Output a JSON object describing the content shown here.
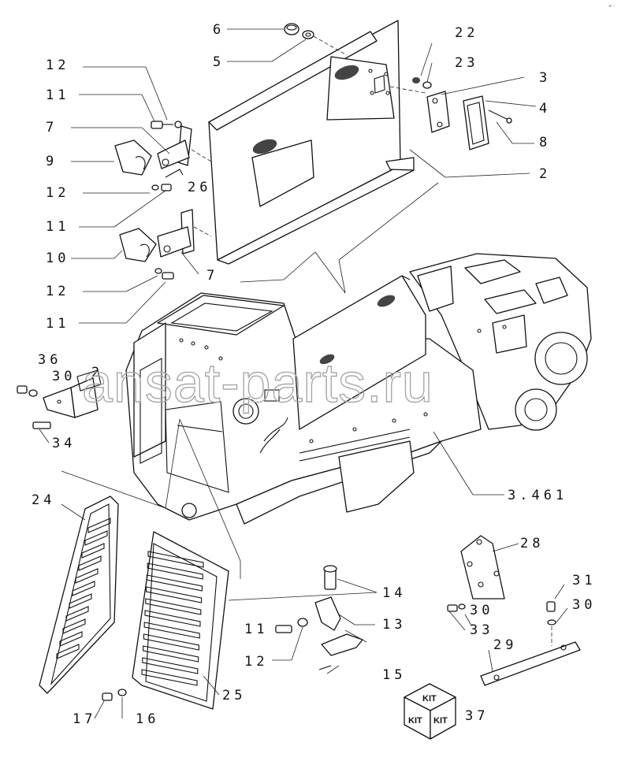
{
  "watermark": "ansat-parts.ru",
  "corner_mark": "◂─",
  "kit": {
    "top": "KIT",
    "left": "KIT",
    "right": "KIT"
  },
  "labels": [
    {
      "id": "l6",
      "text": "6"
    },
    {
      "id": "l5",
      "text": "5"
    },
    {
      "id": "l22",
      "text": "22"
    },
    {
      "id": "l23",
      "text": "23"
    },
    {
      "id": "l3",
      "text": "3"
    },
    {
      "id": "l4",
      "text": "4"
    },
    {
      "id": "l8",
      "text": "8"
    },
    {
      "id": "l2a",
      "text": "2"
    },
    {
      "id": "l12a",
      "text": "12"
    },
    {
      "id": "l11a",
      "text": "11"
    },
    {
      "id": "l7a",
      "text": "7"
    },
    {
      "id": "l9",
      "text": "9"
    },
    {
      "id": "l12b",
      "text": "12"
    },
    {
      "id": "l26",
      "text": "26"
    },
    {
      "id": "l11b",
      "text": "11"
    },
    {
      "id": "l10",
      "text": "10"
    },
    {
      "id": "l7b",
      "text": "7"
    },
    {
      "id": "l12c",
      "text": "12"
    },
    {
      "id": "l11c",
      "text": "11"
    },
    {
      "id": "l36",
      "text": "36"
    },
    {
      "id": "l30a",
      "text": "30"
    },
    {
      "id": "l2b",
      "text": "2"
    },
    {
      "id": "l34",
      "text": "34"
    },
    {
      "id": "l3461",
      "text": "3.461"
    },
    {
      "id": "l24",
      "text": "24"
    },
    {
      "id": "l28",
      "text": "28"
    },
    {
      "id": "l14",
      "text": "14"
    },
    {
      "id": "l11d",
      "text": "11"
    },
    {
      "id": "l13",
      "text": "13"
    },
    {
      "id": "l12d",
      "text": "12"
    },
    {
      "id": "l15",
      "text": "15"
    },
    {
      "id": "l31",
      "text": "31"
    },
    {
      "id": "l30b",
      "text": "30"
    },
    {
      "id": "l30c",
      "text": "30"
    },
    {
      "id": "l33",
      "text": "33"
    },
    {
      "id": "l29",
      "text": "29"
    },
    {
      "id": "l25",
      "text": "25"
    },
    {
      "id": "l17",
      "text": "17"
    },
    {
      "id": "l16",
      "text": "16"
    },
    {
      "id": "l37",
      "text": "37"
    }
  ]
}
